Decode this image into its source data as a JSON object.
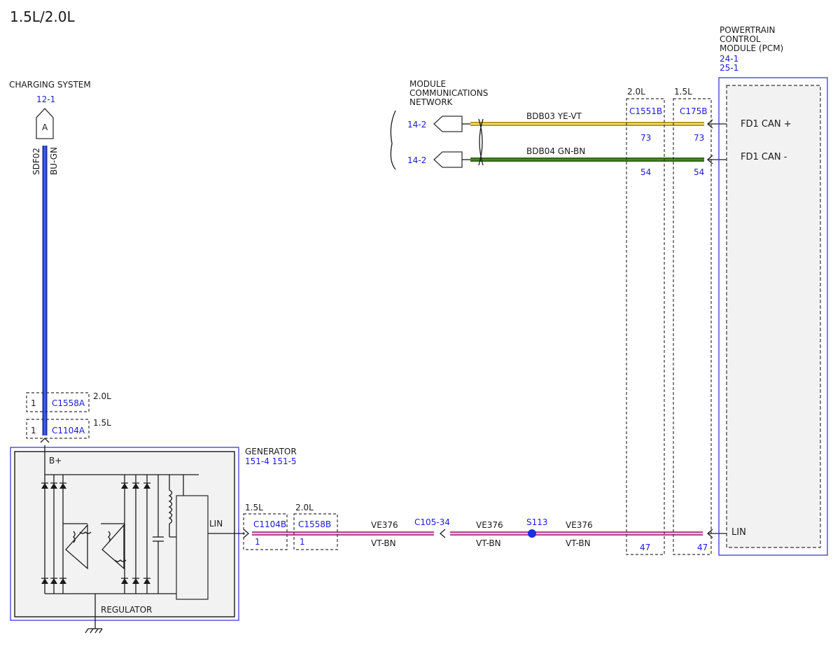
{
  "page_title": "1.5L/2.0L",
  "charging": {
    "title": "CHARGING SYSTEM",
    "ref": "12-1",
    "connector_letter": "A",
    "circuit": "SDF02",
    "color": "BU-GN"
  },
  "top_connectors": [
    {
      "pin": "1",
      "name": "C1558A",
      "variant": "2.0L"
    },
    {
      "pin": "1",
      "name": "C1104A",
      "variant": "1.5L"
    }
  ],
  "generator": {
    "title": "GENERATOR",
    "refs": "151-4 151-5",
    "bplus": "B+",
    "lin": "LIN",
    "regulator": "REGULATOR"
  },
  "network": {
    "title_lines": [
      "MODULE",
      "COMMUNICATIONS",
      "NETWORK"
    ],
    "ref1": "14-2",
    "ref2": "14-2",
    "wire1": "BDB03 YE-VT",
    "wire2": "BDB04 GN-BN"
  },
  "pcm": {
    "title_lines": [
      "POWERTRAIN",
      "CONTROL",
      "MODULE (PCM)"
    ],
    "refs": [
      "24-1",
      "25-1"
    ],
    "pins": [
      "FD1 CAN +",
      "FD1 CAN -",
      "LIN"
    ]
  },
  "pcm_connectors": [
    {
      "variant": "2.0L",
      "name": "C1551B",
      "pins": [
        "73",
        "54",
        "47"
      ]
    },
    {
      "variant": "1.5L",
      "name": "C175B",
      "pins": [
        "73",
        "54",
        "47"
      ]
    }
  ],
  "bottom_connectors": [
    {
      "variant": "1.5L",
      "name": "C1104B",
      "pin": "1"
    },
    {
      "variant": "2.0L",
      "name": "C1558B",
      "pin": "1"
    }
  ],
  "lin_wire": {
    "segments": [
      {
        "circuit": "VE376",
        "color": "VT-BN"
      },
      {
        "circuit": "VE376",
        "color": "VT-BN"
      },
      {
        "circuit": "VE376",
        "color": "VT-BN"
      }
    ],
    "inline_connector": "C105-34",
    "splice": "S113"
  },
  "colors": {
    "blue_wire": "#1f3fd0",
    "yellow_wire": "#e8c33a",
    "green_wire": "#3d7a1a",
    "pink_wire": "#d07ab8",
    "ref_text": "#1a1adc",
    "module_border": "#3a3ad8"
  }
}
